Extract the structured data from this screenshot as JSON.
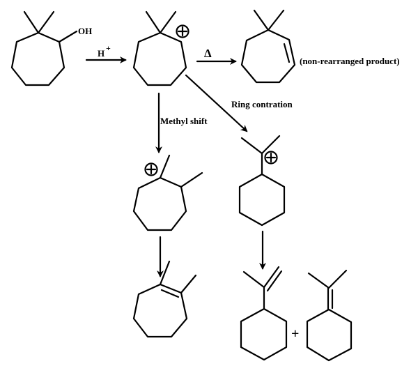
{
  "labels": {
    "hydroxyl": "OH",
    "acid": "H",
    "acid_charge": "+",
    "heat": "Δ",
    "non_rearranged": "(non-rearranged product)",
    "ring_contraction": "Ring contration",
    "methyl_shift": "Methyl shift",
    "plus": "+"
  },
  "colors": {
    "ink": "#000000",
    "background": "#ffffff"
  }
}
